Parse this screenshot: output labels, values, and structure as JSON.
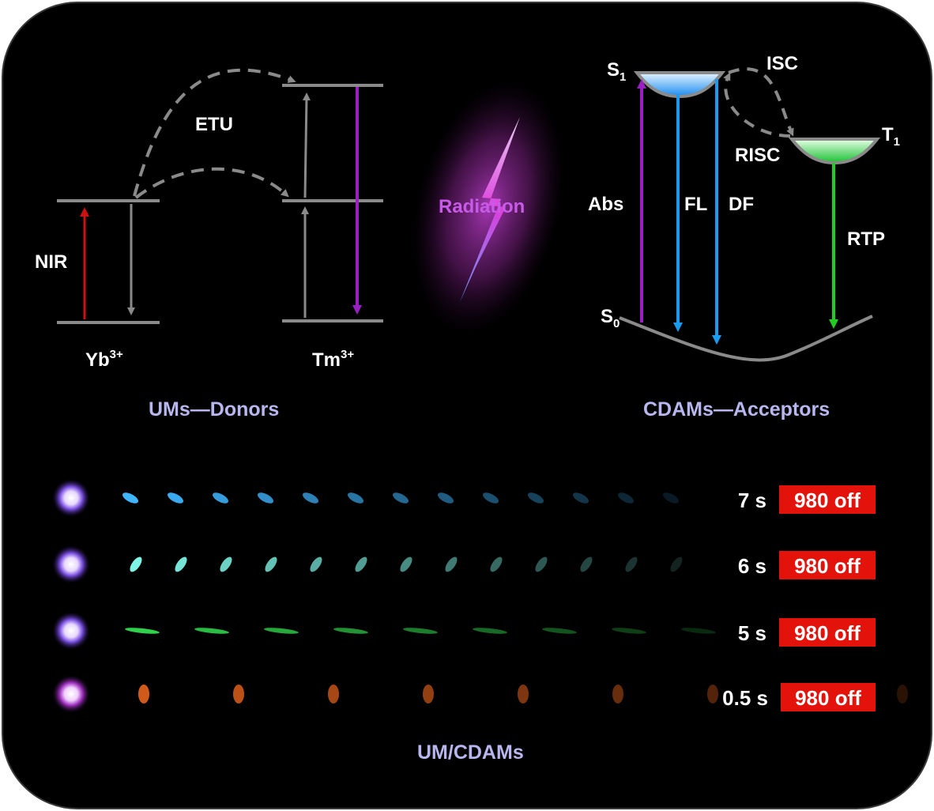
{
  "colors": {
    "background": "#000000",
    "level_line": "#8a8a8a",
    "nir_arrow": "#cc1111",
    "tm_emission": "#9a1fc0",
    "abs_arrow": "#9a1fc0",
    "fl_df_arrow": "#1a9bf0",
    "rtp_arrow": "#22cc22",
    "caption": "#b8b6ee",
    "radiation_text": "#c85ae8",
    "badge_bg": "#e3120b",
    "badge_text": "#ffffff",
    "label_text": "#ffffff"
  },
  "left_diagram": {
    "nir_label": "NIR",
    "etu_label": "ETU",
    "yb_label": "Yb",
    "yb_charge": "3+",
    "tm_label": "Tm",
    "tm_charge": "3+",
    "caption": "UMs—Donors"
  },
  "center": {
    "radiation_label": "Radiation",
    "icon": "lightning-bolt-icon"
  },
  "right_diagram": {
    "s1_label": "S",
    "s1_sub": "1",
    "s0_label": "S",
    "s0_sub": "0",
    "t1_label": "T",
    "t1_sub": "1",
    "isc_label": "ISC",
    "risc_label": "RISC",
    "abs_label": "Abs",
    "fl_label": "FL",
    "df_label": "DF",
    "rtp_label": "RTP",
    "caption": "CDAMs—Acceptors"
  },
  "photo_strip": {
    "rows": [
      {
        "time_label": "7 s",
        "badge": "980 off",
        "glow": "#3fb6ff"
      },
      {
        "time_label": "6 s",
        "badge": "980 off",
        "glow": "#7ff5e6"
      },
      {
        "time_label": "5 s",
        "badge": "980 off",
        "glow": "#2fd24a"
      },
      {
        "time_label": "0.5 s",
        "badge": "980 off",
        "glow": "#d05a1a"
      }
    ],
    "caption": "UM/CDAMs"
  }
}
